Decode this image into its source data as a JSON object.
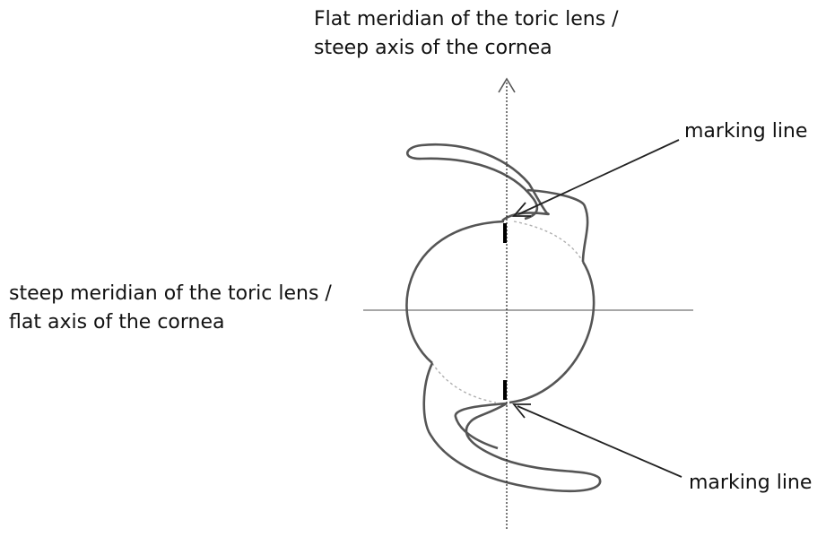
{
  "labels": {
    "vertical_axis": {
      "line1": "Flat meridian of the toric lens /",
      "line2": "steep axis of the cornea"
    },
    "horizontal_axis": {
      "line1": "steep meridian of the toric lens /",
      "line2": "flat axis of the cornea"
    },
    "marking_top": "marking line",
    "marking_bottom": "marking line"
  },
  "colors": {
    "outline": "#555555",
    "axis": "#8a8a8a",
    "dashed_circle": "#b0b0b0",
    "marker": "#000000",
    "text": "#111111"
  }
}
